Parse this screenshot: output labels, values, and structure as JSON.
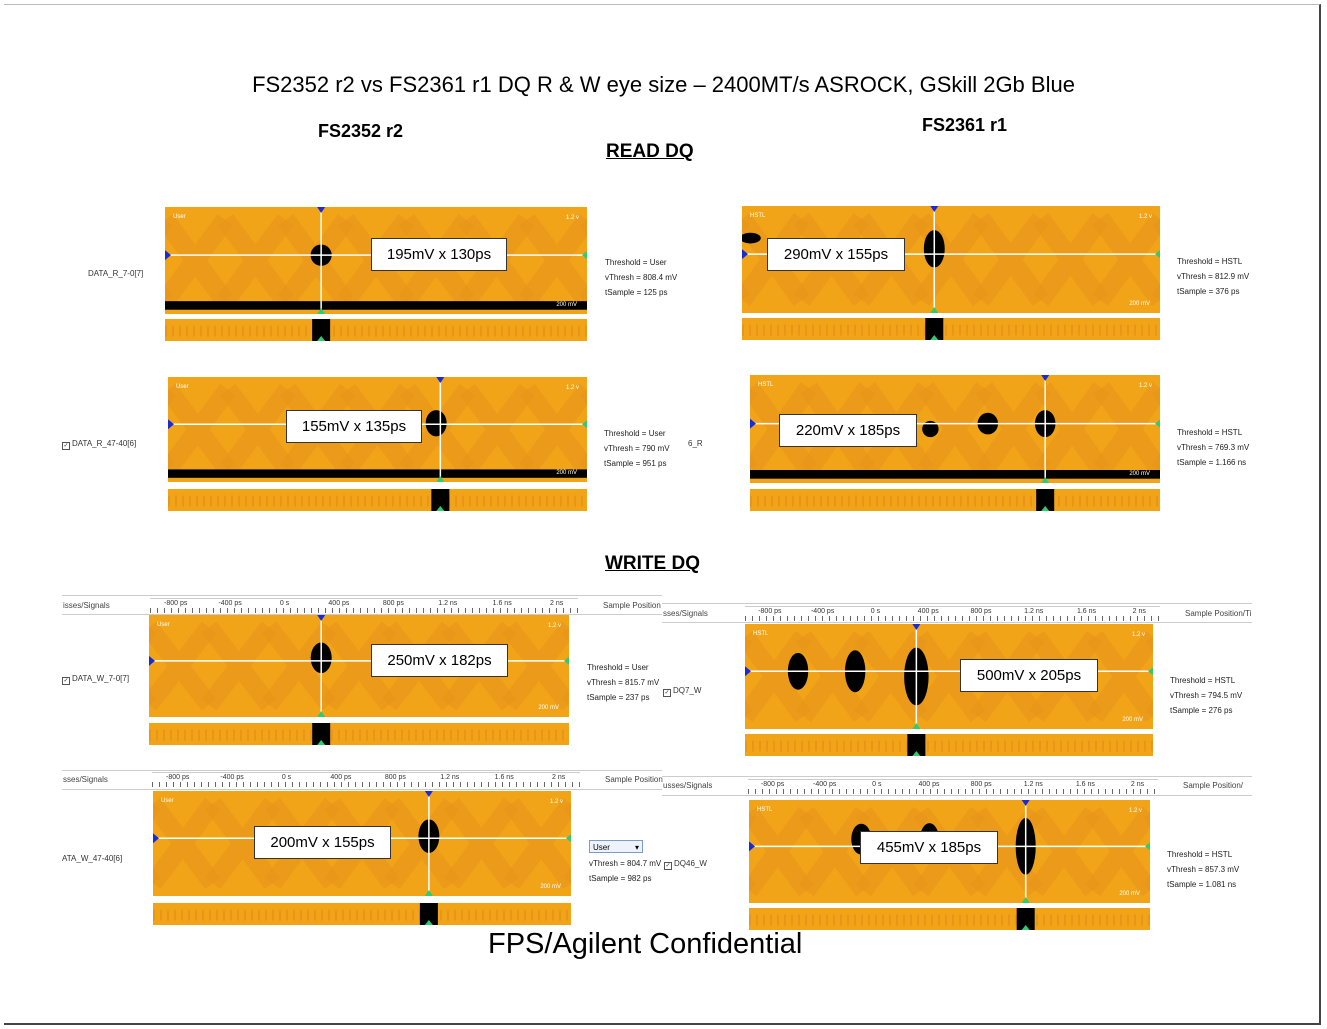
{
  "title": "FS2352 r2 vs FS2361 r1 DQ R & W eye size – 2400MT/s ASROCK, GSkill 2Gb Blue",
  "left_head": "FS2352 r2",
  "right_head": "FS2361 r1",
  "read_section": "READ DQ",
  "write_section": "WRITE DQ",
  "footer": "FPS/Agilent Confidential",
  "colors": {
    "eye_bg": "#f2a418",
    "eye_pattern": "#e8951a",
    "fail": "#000000",
    "marker": "#1a2bd6",
    "marker_green": "#2ecc71"
  },
  "ruler_labels": [
    "-800 ps",
    "-400 ps",
    "0 s",
    "400 ps",
    "800 ps",
    "1.2 ns",
    "1.6 ns",
    "2 ns"
  ],
  "panels": [
    {
      "id": "r-left-1",
      "callout": "195mV x 130ps",
      "signal": "DATA_R_7-0[7]",
      "checkbox": false,
      "threshold": "Threshold = User",
      "vthresh": "vThresh = 808.4 mV",
      "tsample": "tSample = 125 ps",
      "mode": "User",
      "top_v": "1.2 v",
      "bot_v": "200 mV"
    },
    {
      "id": "r-left-2",
      "callout": "155mV x 135ps",
      "signal": "DATA_R_47-40[6]",
      "checkbox": true,
      "threshold": "Threshold = User",
      "vthresh": "vThresh = 790 mV",
      "tsample": "tSample = 951 ps",
      "mode": "User",
      "top_v": "1.2 v",
      "bot_v": "200 mV"
    },
    {
      "id": "r-right-1",
      "callout": "290mV x 155ps",
      "signal": "",
      "checkbox": false,
      "threshold": "Threshold = HSTL",
      "vthresh": "vThresh = 812.9 mV",
      "tsample": "tSample = 376 ps",
      "mode": "HSTL",
      "top_v": "1.2 v",
      "bot_v": "200 mV"
    },
    {
      "id": "r-right-2",
      "callout": "220mV x 185ps",
      "signal": "6_R",
      "checkbox": false,
      "threshold": "Threshold = HSTL",
      "vthresh": "vThresh = 769.3 mV",
      "tsample": "tSample = 1.166 ns",
      "mode": "HSTL",
      "top_v": "1.2 v",
      "bot_v": "200 mV"
    },
    {
      "id": "w-left-1",
      "callout": "250mV x 182ps",
      "signal": "DATA_W_7-0[7]",
      "checkbox": true,
      "threshold": "Threshold = User",
      "vthresh": "vThresh = 815.7 mV",
      "tsample": "tSample = 237 ps",
      "mode": "User",
      "top_v": "1.2 v",
      "bot_v": "200 mV",
      "header_left": "isses/Signals",
      "header_right": "Sample Position"
    },
    {
      "id": "w-left-2",
      "callout": "200mV x 155ps",
      "signal": "ATA_W_47-40[6]",
      "checkbox": false,
      "threshold": "User",
      "vthresh": "vThresh = 804.7 mV",
      "tsample": "tSample = 982 ps",
      "mode": "User",
      "top_v": "1.2 v",
      "bot_v": "200 mV",
      "header_left": "sses/Signals",
      "header_right": "Sample Position",
      "side_signal": "DQ46_W"
    },
    {
      "id": "w-right-1",
      "callout": "500mV x 205ps",
      "signal": "DQ7_W",
      "checkbox": true,
      "threshold": "Threshold = HSTL",
      "vthresh": "vThresh = 794.5 mV",
      "tsample": "tSample = 276 ps",
      "mode": "HSTL",
      "top_v": "1.2 v",
      "bot_v": "200 mV",
      "header_left": "sses/Signals",
      "header_right": "Sample Position/Ti"
    },
    {
      "id": "w-right-2",
      "callout": "455mV x 185ps",
      "signal": "",
      "checkbox": false,
      "threshold": "Threshold = HSTL",
      "vthresh": "vThresh = 857.3 mV",
      "tsample": "tSample = 1.081 ns",
      "mode": "HSTL",
      "top_v": "1.2 v",
      "bot_v": "200 mV",
      "header_left": "usses/Signals",
      "header_right": "Sample Position/"
    }
  ]
}
